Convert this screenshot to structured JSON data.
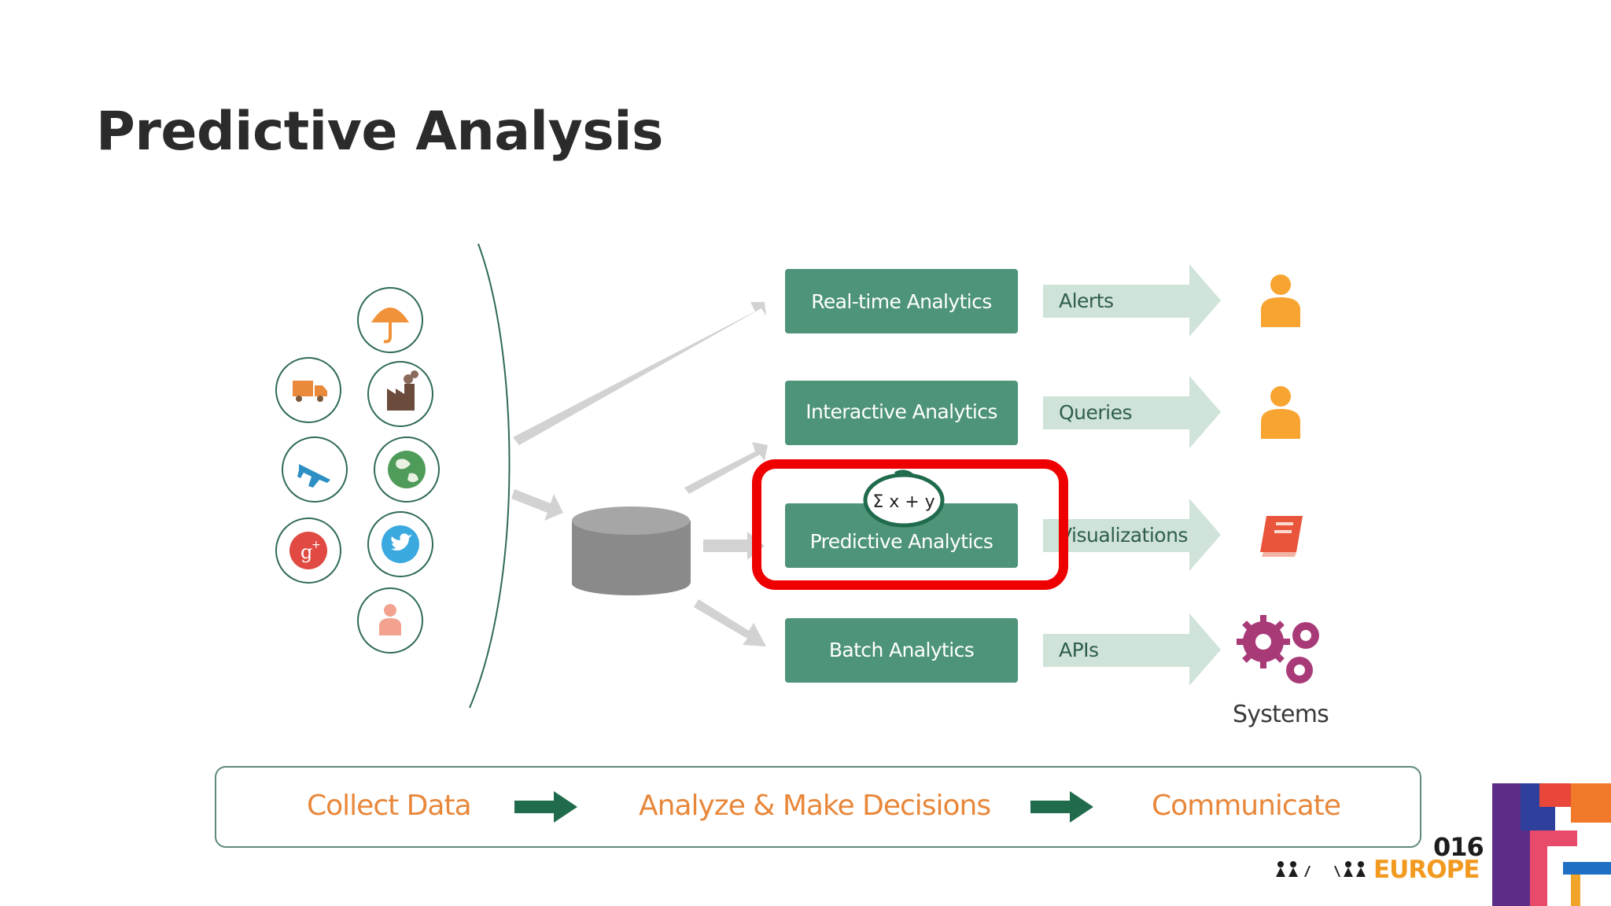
{
  "slide": {
    "title": "Predictive Analysis"
  },
  "sources": [
    {
      "icon": "umbrella-icon",
      "color": "#f0923a"
    },
    {
      "icon": "truck-icon",
      "color": "#e98a3a"
    },
    {
      "icon": "factory-icon",
      "color": "#6b4b3b"
    },
    {
      "icon": "airplane-icon",
      "color": "#2d8fc4"
    },
    {
      "icon": "globe-icon",
      "color": "#4f9b5a"
    },
    {
      "icon": "google-plus-icon",
      "color": "#e04a42"
    },
    {
      "icon": "twitter-icon",
      "color": "#3aa9e0"
    },
    {
      "icon": "person-icon",
      "color": "#f2a28e"
    }
  ],
  "storage": {
    "icon": "database-icon",
    "color": "#8a8a8a"
  },
  "analytics": [
    {
      "label": "Real-time Analytics",
      "output": "Alerts",
      "target_icon": "user-icon"
    },
    {
      "label": "Interactive  Analytics",
      "output": "Queries",
      "target_icon": "user-icon"
    },
    {
      "label": "Predictive Analytics",
      "output": "Visualizations",
      "target_icon": "book-icon"
    },
    {
      "label": "Batch Analytics",
      "output": "APIs",
      "target_icon": "gears-icon",
      "target_label": "Systems"
    }
  ],
  "highlight": {
    "target": "Predictive Analytics",
    "color": "#ee0000",
    "formula": "Σ x + y"
  },
  "colors": {
    "box_green": "#4d9479",
    "arrow_gray": "#d2d2d2",
    "output_arrow": "#cfe3d8",
    "step_orange": "#e8873a",
    "step_arrow": "#1f6b4c"
  },
  "steps": {
    "collect": "Collect Data",
    "analyze": "Analyze &  Make Decisions",
    "communicate": "Communicate"
  },
  "logo": {
    "year": "016",
    "region": "EUROPE"
  }
}
